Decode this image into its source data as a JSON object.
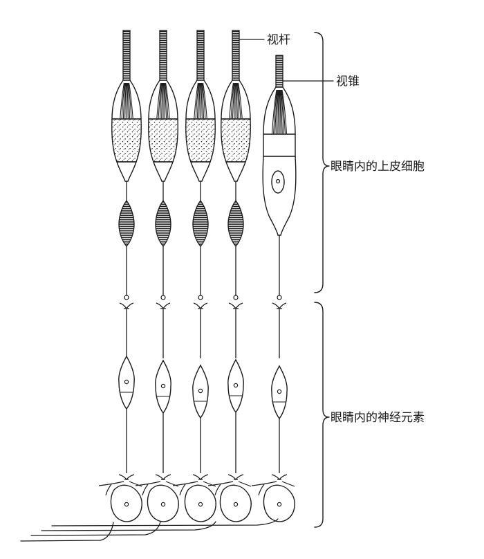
{
  "labels": {
    "rod": "视杆",
    "cone": "视锥",
    "epithelium": "眼睛内的上皮细胞",
    "neural": "眼睛内的神经元素"
  },
  "colors": {
    "ink": "#1a1a1a",
    "paper": "#ffffff"
  }
}
